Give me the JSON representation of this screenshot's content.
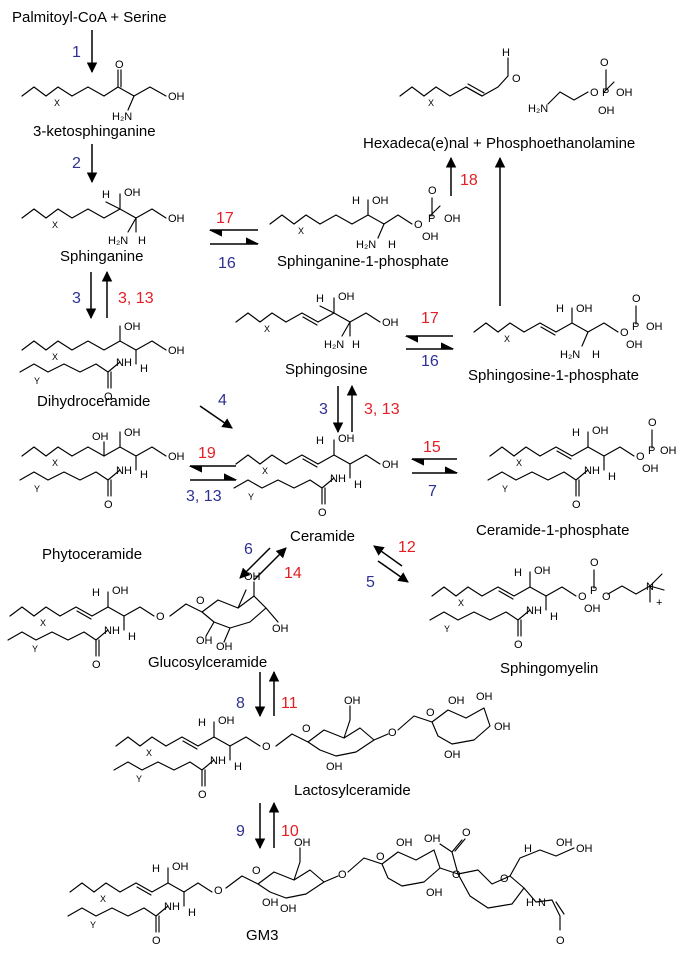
{
  "colors": {
    "forward_enzyme": "#2e3192",
    "reverse_enzyme": "#e31e24",
    "line": "#000000"
  },
  "compounds": {
    "start": "Palmitoyl-CoA + Serine",
    "ketosphinganine": "3-ketosphinganine",
    "sphinganine": "Sphinganine",
    "dihydroceramide": "Dihydroceramide",
    "phytoceramide": "Phytoceramide",
    "ceramide": "Ceramide",
    "glucosylceramide": "Glucosylceramide",
    "lactosylceramide": "Lactosylceramide",
    "gm3": "GM3",
    "sphinganine_1_phosphate": "Sphinganine-1-phosphate",
    "sphingosine": "Sphingosine",
    "sphingosine_1_phosphate": "Sphingosine-1-phosphate",
    "ceramide_1_phosphate": "Ceramide-1-phosphate",
    "sphingomyelin": "Sphingomyelin",
    "degradation_products": "Hexadeca(e)nal + Phosphoethanolamine"
  },
  "enzymes": {
    "e1": "1",
    "e2": "2",
    "e3a": "3",
    "e3_13a": "3, 13",
    "e17a": "17",
    "e16a": "16",
    "e17b": "17",
    "e16b": "16",
    "e4": "4",
    "e3b": "3",
    "e3_13b": "3, 13",
    "e19": "19",
    "e3_13c": "3, 13",
    "e15": "15",
    "e7": "7",
    "e6": "6",
    "e14": "14",
    "e12": "12",
    "e5": "5",
    "e8": "8",
    "e11": "11",
    "e9": "9",
    "e10": "10",
    "e18": "18"
  },
  "atoms": {
    "X": "X",
    "Y": "Y",
    "O": "O",
    "OH": "OH",
    "H": "H",
    "H2N": "H₂N",
    "NH": "NH",
    "N": "N",
    "P": "P",
    "plus": "+"
  }
}
